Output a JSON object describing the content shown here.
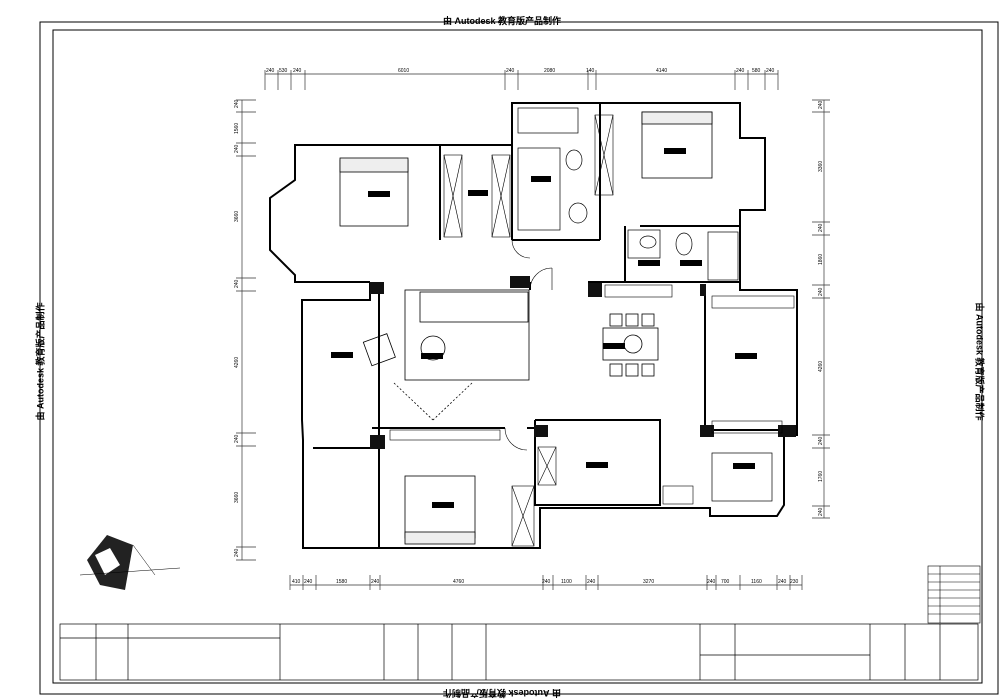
{
  "watermark": "由 Autodesk 教育版产品制作",
  "dimensions": {
    "top": [
      "240",
      "530",
      "240",
      "6010",
      "240",
      "2080",
      "140",
      "4140",
      "240",
      "580",
      "240"
    ],
    "bottom": [
      "410",
      "240",
      "1580",
      "240",
      "4760",
      "240",
      "1100",
      "240",
      "3270",
      "240",
      "700",
      "1160",
      "240",
      "230"
    ],
    "left": [
      "240",
      "1560",
      "240",
      "3660",
      "240",
      "4260",
      "240",
      "3660",
      "240"
    ],
    "right": [
      "240",
      "3360",
      "240",
      "1860",
      "240",
      "4260",
      "240",
      "1760",
      "240"
    ]
  },
  "colors": {
    "line": "#000000",
    "dim_line": "#333333",
    "wall": "#000000",
    "paper": "#ffffff"
  }
}
